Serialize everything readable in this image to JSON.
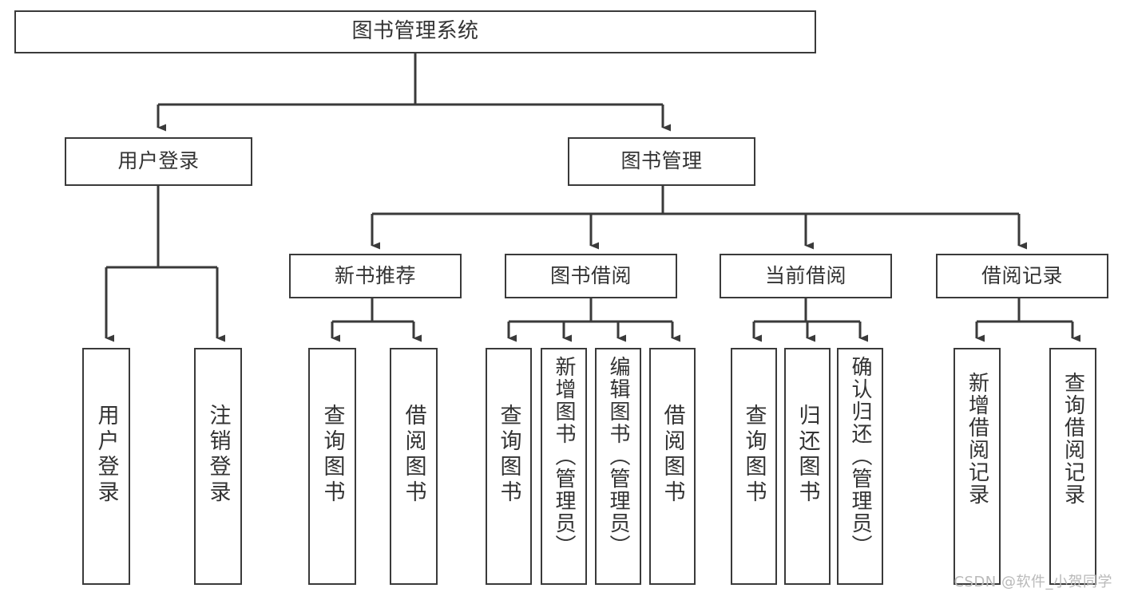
{
  "diagram": {
    "title": "图书管理系统",
    "type": "tree",
    "watermark": "CSDN @软件_小贺同学",
    "colors": {
      "box_border": "#3a3a3a",
      "box_fill": "#ffffff",
      "edge": "#3a3a3a",
      "text": "#333333",
      "watermark": "#b9b9b9",
      "background": "#ffffff"
    },
    "root": {
      "label": "图书管理系统"
    },
    "level2": [
      {
        "label": "用户登录"
      },
      {
        "label": "图书管理"
      }
    ],
    "level3": [
      {
        "label": "新书推荐"
      },
      {
        "label": "图书借阅"
      },
      {
        "label": "当前借阅"
      },
      {
        "label": "借阅记录"
      }
    ],
    "leaves_user_login": [
      {
        "label": "用户登录"
      },
      {
        "label": "注销登录"
      }
    ],
    "leaves_new_book": [
      {
        "label": "查询图书"
      },
      {
        "label": "借阅图书"
      }
    ],
    "leaves_borrow": [
      {
        "label": "查询图书"
      },
      {
        "label": "新增图书（管理员）"
      },
      {
        "label": "编辑图书（管理员）"
      },
      {
        "label": "借阅图书"
      }
    ],
    "leaves_current": [
      {
        "label": "查询图书"
      },
      {
        "label": "归还图书"
      },
      {
        "label": "确认归还（管理员）"
      }
    ],
    "leaves_records": [
      {
        "label": "新增借阅记录"
      },
      {
        "label": "查询借阅记录"
      }
    ]
  }
}
